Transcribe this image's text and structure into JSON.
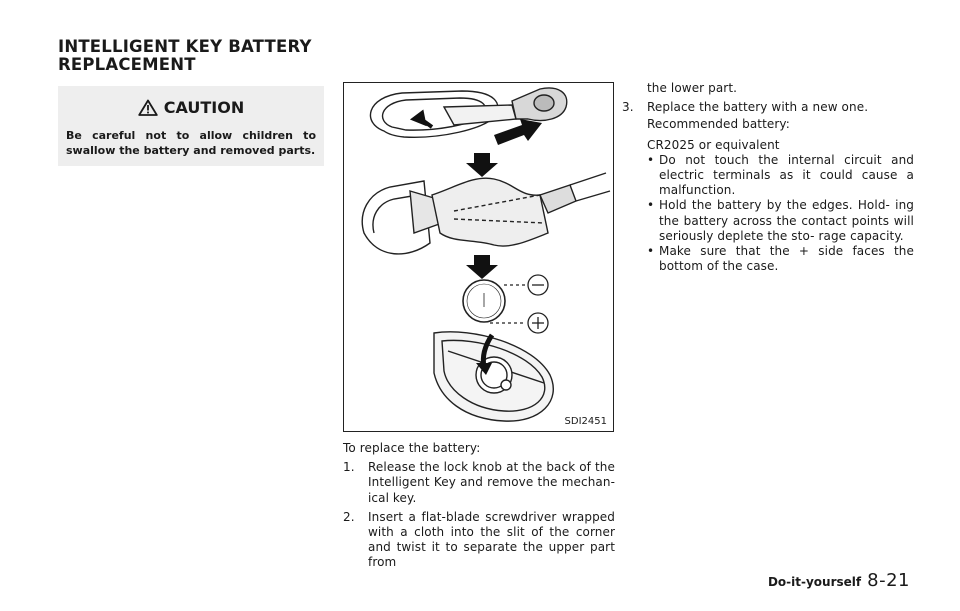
{
  "section_title": "INTELLIGENT KEY BATTERY REPLACEMENT",
  "caution": {
    "heading": "CAUTION",
    "text": "Be careful not to allow children to swallow the battery and removed parts."
  },
  "figure": {
    "code": "SDI2451",
    "icons": [
      "arrow-down-icon",
      "minus-sign-icon",
      "plus-sign-icon",
      "key-fob-illustration"
    ]
  },
  "intro": "To replace the battery:",
  "steps": [
    {
      "num": "1.",
      "text": "Release the lock knob at the back of the Intelligent Key and remove the mechan- ical key."
    },
    {
      "num": "2.",
      "text": "Insert a flat-blade screwdriver wrapped with a cloth into the slit of the corner and twist it to separate the upper part from"
    }
  ],
  "step2_cont": "the lower part.",
  "step3": {
    "num": "3.",
    "text": "Replace the battery with a new one.",
    "recommended_label": "Recommended battery:",
    "battery": "CR2025 or equivalent",
    "bullets": [
      "Do not touch the internal circuit and electric terminals as it could cause a malfunction.",
      "Hold the battery by the edges. Hold- ing the battery across the contact points will seriously deplete the sto- rage capacity.",
      "Make sure that the + side faces the bottom of the case."
    ]
  },
  "footer": {
    "section": "Do-it-yourself",
    "page": "8-21"
  }
}
